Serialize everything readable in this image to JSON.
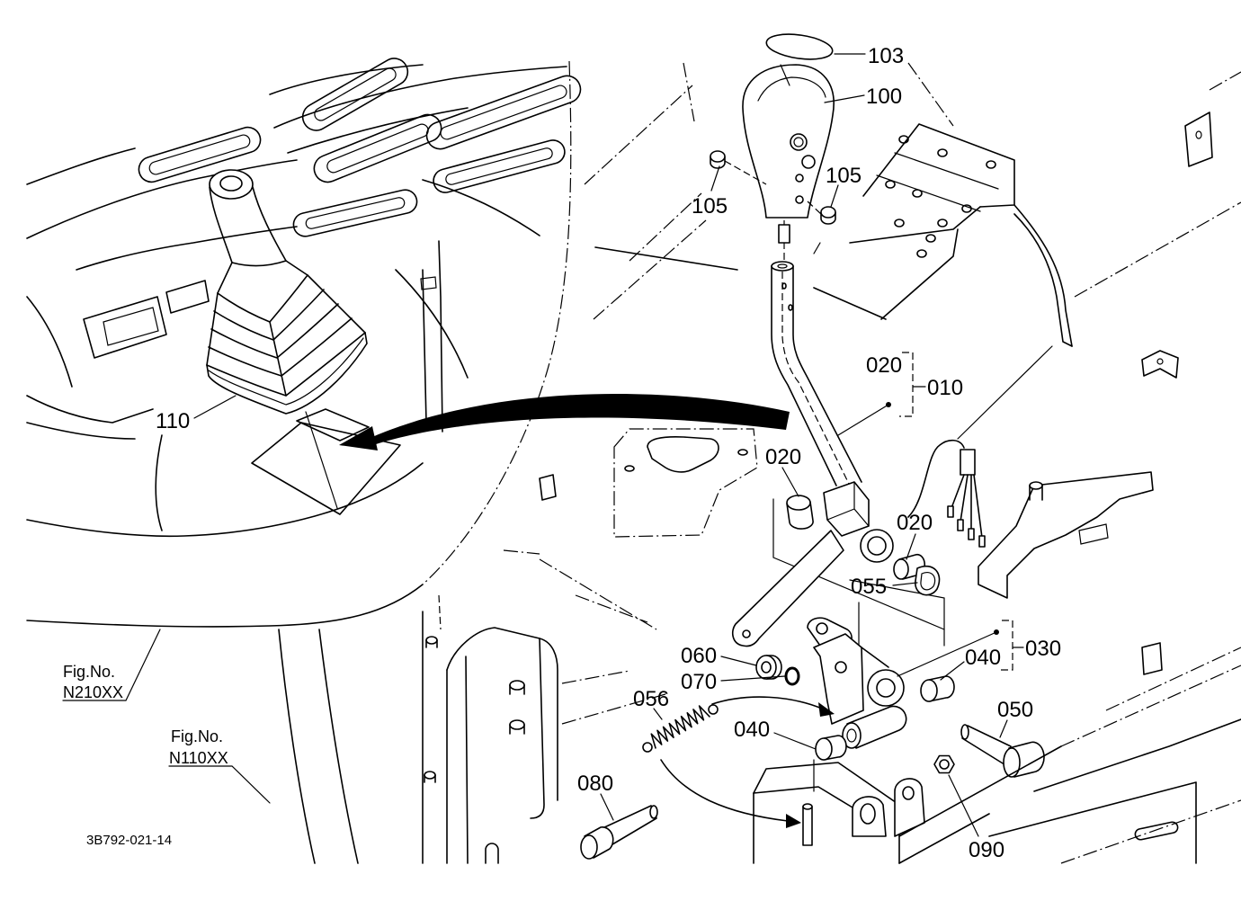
{
  "colors": {
    "line": "#000000",
    "background": "#ffffff"
  },
  "callouts": {
    "p103": "103",
    "p100": "100",
    "p105_left": "105",
    "p105_right": "105",
    "p020_upper": "020",
    "p010": "010",
    "p020_left": "020",
    "p020_right": "020",
    "p055": "055",
    "p030": "030",
    "p060": "060",
    "p070": "070",
    "p040_right": "040",
    "p040_left": "040",
    "p050": "050",
    "p056": "056",
    "p080": "080",
    "p090": "090",
    "p110": "110"
  },
  "figure_refs": [
    {
      "label": "Fig.No.",
      "code": "N210XX"
    },
    {
      "label": "Fig.No.",
      "code": "N110XX"
    }
  ],
  "drawing_code": "3B792-021-14"
}
